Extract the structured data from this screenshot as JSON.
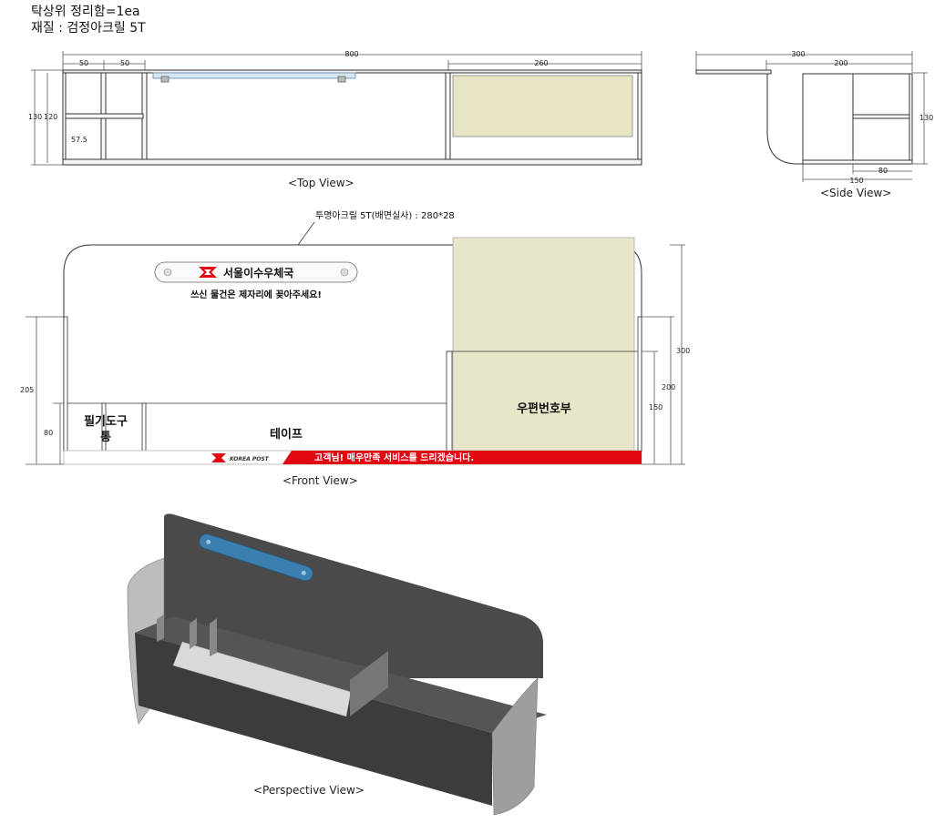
{
  "header": {
    "line1": "탁상위 정리함=1ea",
    "line2": "재질 : 검정아크릴 5T"
  },
  "top_view": {
    "label": "<Top View>",
    "dims": {
      "total_width": "800",
      "w50_a": "50",
      "w50_b": "50",
      "w260": "260",
      "h130": "130",
      "h120": "120",
      "h57_5": "57.5"
    }
  },
  "side_view": {
    "label": "<Side View>",
    "dims": {
      "w300": "300",
      "w200": "200",
      "h130": "130",
      "w80": "80",
      "w150": "150"
    }
  },
  "front_view": {
    "label": "<Front View>",
    "note": "투명아크릴 5T(배면실사) : 280*28",
    "plate_text": "서울이수우체국",
    "slogan": "쓰신 물건은 제자리에 꽂아주세요!",
    "compartment_1": "필기도구",
    "compartment_1b": "통",
    "compartment_2": "테이프",
    "compartment_3": "우편번호부",
    "footer_logo": "KOREA POST",
    "footer_text": "고객님! 매우만족 서비스를 드리겠습니다.",
    "dims": {
      "h205": "205",
      "h80": "80",
      "h300": "300",
      "h200": "200",
      "h150": "150"
    }
  },
  "perspective_view": {
    "label": "<Perspective View>"
  },
  "colors": {
    "line": "#333333",
    "panel": "#e8e6c8",
    "dark_acrylic": "#4a4a4a",
    "plate_blue": "#3a7fb0",
    "red_strip": "#e30613"
  }
}
